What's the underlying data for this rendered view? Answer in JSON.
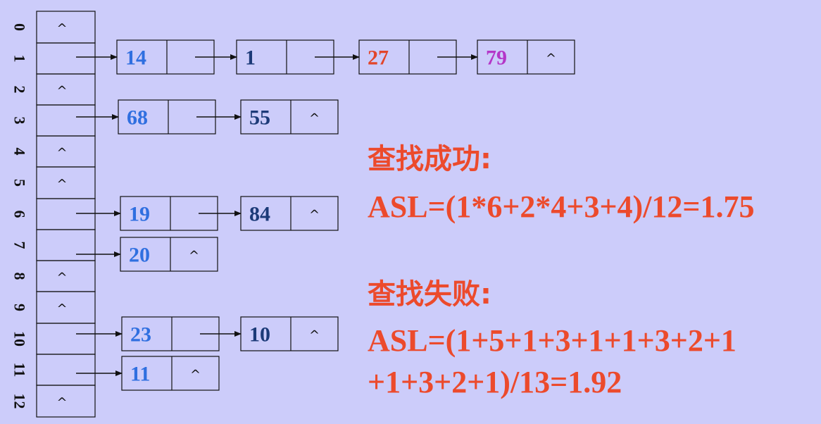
{
  "table": {
    "indices": [
      "0",
      "1",
      "2",
      "3",
      "4",
      "5",
      "6",
      "7",
      "8",
      "9",
      "10",
      "11",
      "12"
    ],
    "null_symbol": "^",
    "empty_slots": [
      0,
      2,
      4,
      5,
      8,
      9,
      12
    ]
  },
  "chains": [
    {
      "slot": 1,
      "nodes": [
        {
          "key": "14",
          "color": "#2f6fe0"
        },
        {
          "key": "1",
          "color": "#1c3a78"
        },
        {
          "key": "27",
          "color": "#e2452a"
        },
        {
          "key": "79",
          "color": "#b436c8"
        }
      ]
    },
    {
      "slot": 3,
      "nodes": [
        {
          "key": "68",
          "color": "#2f6fe0"
        },
        {
          "key": "55",
          "color": "#1c3a78"
        }
      ]
    },
    {
      "slot": 6,
      "nodes": [
        {
          "key": "19",
          "color": "#2f6fe0"
        },
        {
          "key": "84",
          "color": "#1c3a78"
        }
      ]
    },
    {
      "slot": 7,
      "nodes": [
        {
          "key": "20",
          "color": "#2f6fe0"
        }
      ]
    },
    {
      "slot": 10,
      "nodes": [
        {
          "key": "23",
          "color": "#2f6fe0"
        },
        {
          "key": "10",
          "color": "#1c3a78"
        }
      ]
    },
    {
      "slot": 11,
      "nodes": [
        {
          "key": "11",
          "color": "#2f6fe0"
        }
      ]
    }
  ],
  "annotations": {
    "success_heading": "查找成功:",
    "success_formula": "ASL=(1*6+2*4+3+4)/12=1.75",
    "fail_heading": "查找失败:",
    "fail_formula_line1": "ASL=(1+5+1+3+1+1+3+2+1",
    "fail_formula_line2": "+1+3+2+1)/13=1.92"
  },
  "colors": {
    "background": "#ccccfa",
    "annotation": "#ec4a2c"
  }
}
